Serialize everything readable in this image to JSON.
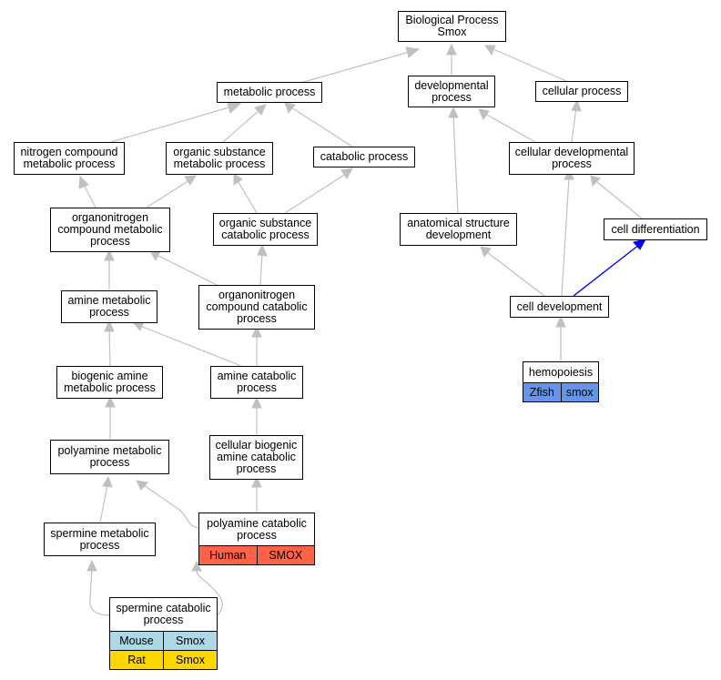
{
  "colors": {
    "edge": "#c0c0c0",
    "highlight_edge": "#0000ff",
    "zfish": "#6495ed",
    "human": "#ff6347",
    "mouse": "#add8e6",
    "rat": "#ffd700"
  },
  "nodes": {
    "root": [
      "Biological Process",
      "Smox"
    ],
    "metabolic": [
      "metabolic process"
    ],
    "developmental": [
      "developmental",
      "process"
    ],
    "cellular": [
      "cellular process"
    ],
    "nitrogen": [
      "nitrogen compound",
      "metabolic process"
    ],
    "organic_metab": [
      "organic substance",
      "metabolic process"
    ],
    "catabolic": [
      "catabolic process"
    ],
    "cell_dev_proc": [
      "cellular developmental",
      "process"
    ],
    "orgN_metab": [
      "organonitrogen",
      "compound metabolic",
      "process"
    ],
    "org_catab": [
      "organic substance",
      "catabolic process"
    ],
    "anat": [
      "anatomical structure",
      "development"
    ],
    "cell_diff": [
      "cell differentiation"
    ],
    "amine_metab": [
      "amine metabolic",
      "process"
    ],
    "orgN_catab": [
      "organonitrogen",
      "compound catabolic",
      "process"
    ],
    "cell_development": [
      "cell development"
    ],
    "biogenic_metab": [
      "biogenic amine",
      "metabolic process"
    ],
    "amine_catab": [
      "amine catabolic",
      "process"
    ],
    "hemopoiesis": [
      "hemopoiesis"
    ],
    "cell_biogenic_catab": [
      "cellular biogenic",
      "amine catabolic",
      "process"
    ],
    "polyamine_metab": [
      "polyamine metabolic",
      "process"
    ],
    "spermine_metab": [
      "spermine metabolic",
      "process"
    ],
    "polyamine_catab": [
      "polyamine catabolic",
      "process"
    ],
    "spermine_catab": [
      "spermine catabolic",
      "process"
    ]
  },
  "annotations": {
    "hemopoiesis": [
      [
        "Zfish",
        "smox"
      ]
    ],
    "polyamine_catab": [
      [
        "Human",
        "SMOX"
      ]
    ],
    "spermine_catab": [
      [
        "Mouse",
        "Smox"
      ],
      [
        "Rat",
        "Smox"
      ]
    ]
  }
}
